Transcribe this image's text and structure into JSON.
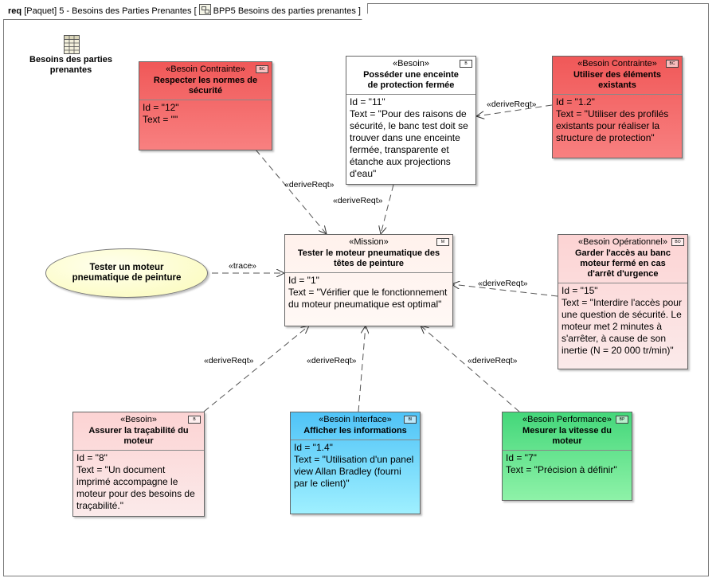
{
  "frame": {
    "kind": "req",
    "path": "[Paquet] 5 - Besoins des Parties Prenantes [",
    "diagram_name": "BPP5 Besoins des parties prenantes ]"
  },
  "package": {
    "label": "Besoins des parties prenantes",
    "icon": "table-icon"
  },
  "use_case": {
    "label": "Tester un moteur pneumatique de peinture"
  },
  "requirements": {
    "securite": {
      "stereotype": "«Besoin Contrainte»",
      "name": "Respecter les normes de sécurité",
      "badge": "BC",
      "id_line": "Id = \"12\"",
      "text_line": "Text = \"\""
    },
    "enceinte": {
      "stereotype": "«Besoin»",
      "name": "Posséder une enceinte de protection fermée",
      "badge": "B",
      "id_line": "Id = \"11\"",
      "text_line": "Text = \"Pour des raisons de sécurité, le banc test doit se trouver dans une enceinte fermée, transparente et étanche aux projections d'eau\""
    },
    "profiles": {
      "stereotype": "«Besoin Contrainte»",
      "name": "Utiliser des éléments existants",
      "badge": "BC",
      "id_line": "Id = \"1.2\"",
      "text_line": "Text = \"Utiliser des profilés existants pour réaliser la structure de protection\""
    },
    "mission": {
      "stereotype": "«Mission»",
      "name": "Tester le moteur pneumatique des têtes de peinture",
      "badge": "M",
      "id_line": "Id = \"1\"",
      "text_line": "Text = \"Vérifier que le fonctionnement du moteur pneumatique est optimal\""
    },
    "acces": {
      "stereotype": "«Besoin Opérationnel»",
      "name": "Garder l'accès au banc moteur fermé en cas d'arrêt d'urgence",
      "badge": "BO",
      "id_line": "Id = \"15\"",
      "text_line": "Text = \"Interdire l'accès pour une question de sécurité. Le moteur met 2 minutes à s'arrêter, à cause de son inertie (N = 20 000 tr/min)\""
    },
    "tracabilite": {
      "stereotype": "«Besoin»",
      "name": "Assurer la traçabilité du moteur",
      "badge": "B",
      "id_line": "Id = \"8\"",
      "text_line": "Text = \"Un document imprimé accompagne le moteur pour des besoins de traçabilité.\""
    },
    "affichage": {
      "stereotype": "«Besoin Interface»",
      "name": "Afficher les informations",
      "badge": "BI",
      "id_line": "Id = \"1.4\"",
      "text_line": "Text = \"Utilisation d'un panel view Allan Bradley (fourni par le client)\""
    },
    "vitesse": {
      "stereotype": "«Besoin Performance»",
      "name": "Mesurer la vitesse du moteur",
      "badge": "BP",
      "id_line": "Id = \"7\"",
      "text_line": "Text = \"Précision à définir\""
    }
  },
  "relations": {
    "trace": "«trace»",
    "derive_securite": "«deriveReqt»",
    "derive_enceinte": "«deriveReqt»",
    "derive_profiles": "«deriveReqt»",
    "derive_acces": "«deriveReqt»",
    "derive_tracabilite": "«deriveReqt»",
    "derive_affichage": "«deriveReqt»",
    "derive_vitesse": "«deriveReqt»"
  },
  "colors": {
    "contrainte": "#f05858",
    "besoin": "#fcd3d3",
    "interface": "#4fc3f7",
    "performance": "#44d77a",
    "mission": "#fff1ec",
    "use_case": "#fbfbb8"
  }
}
